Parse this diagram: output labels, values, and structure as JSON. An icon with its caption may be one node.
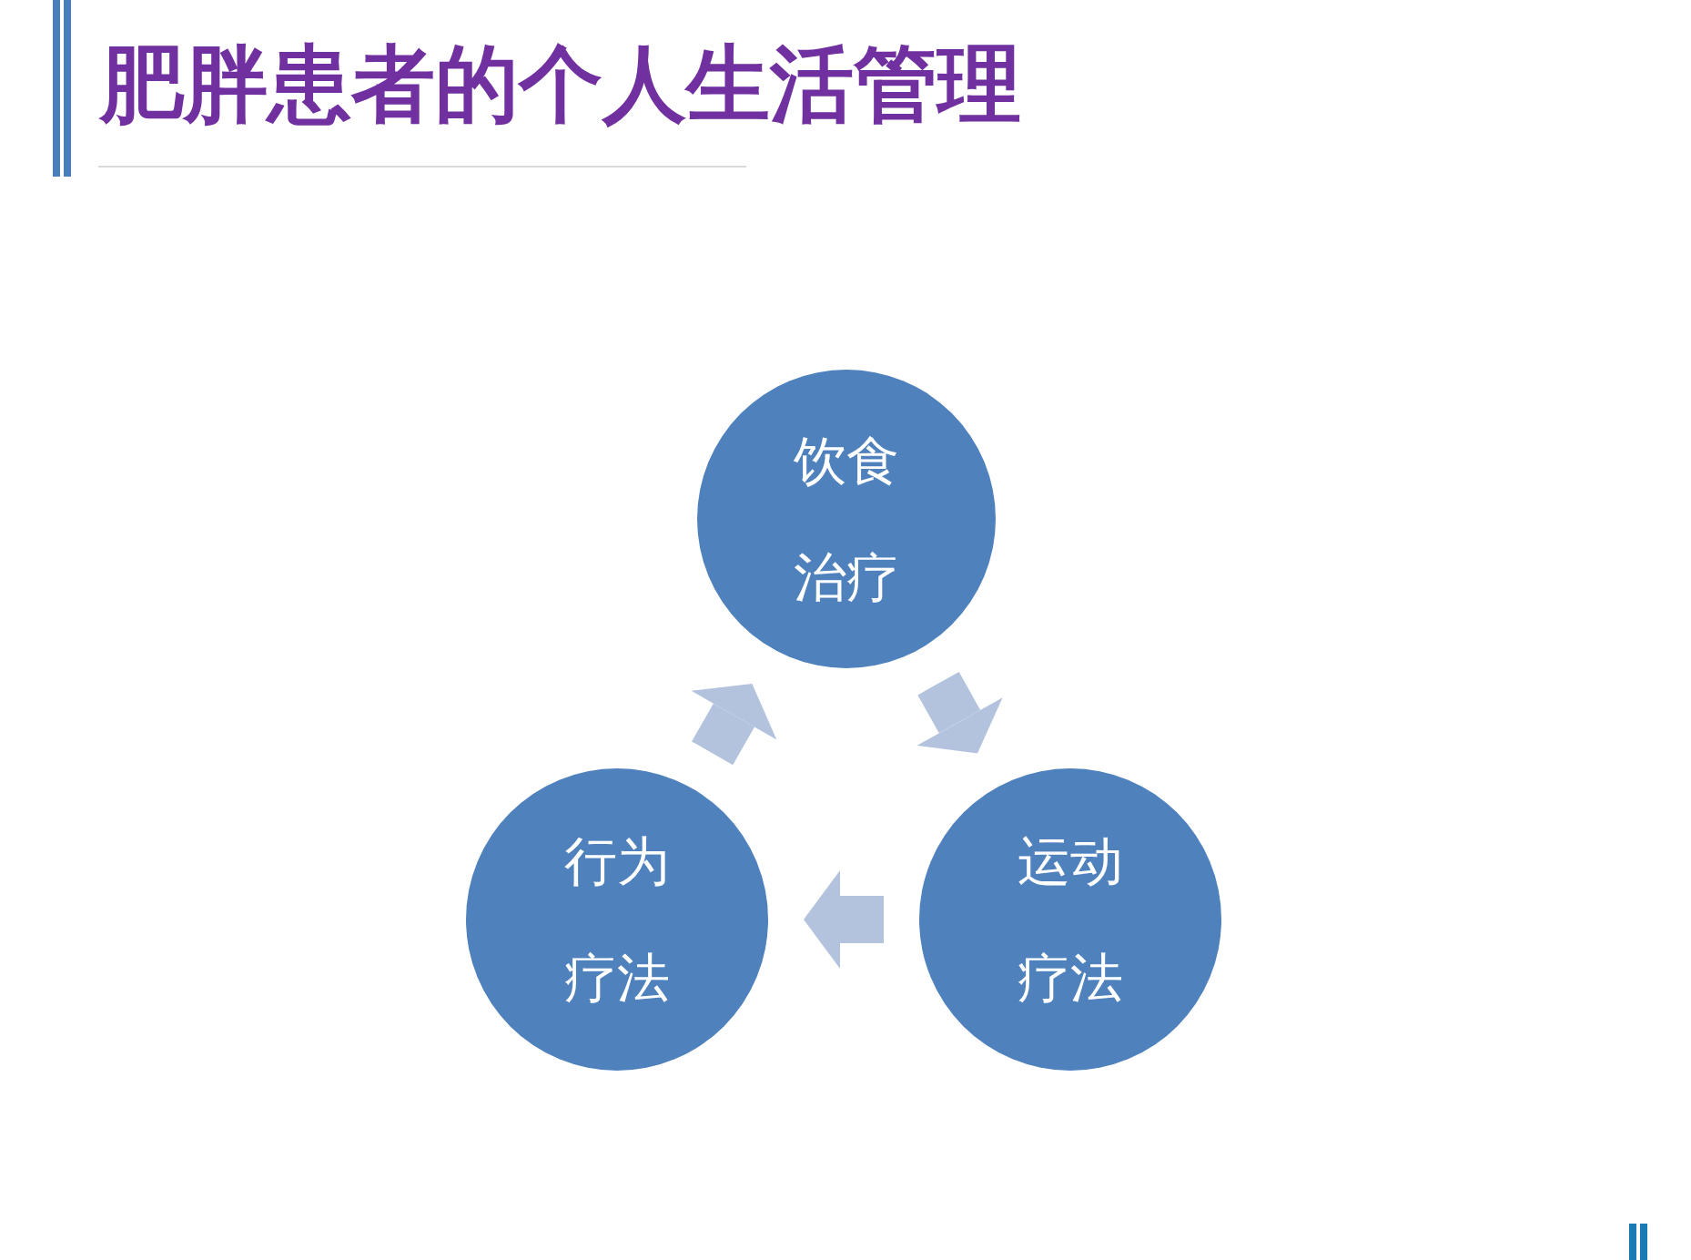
{
  "diagram": {
    "title": "肥胖患者的个人生活管理",
    "nodes": [
      {
        "text": [
          "饮食治疗"
        ]
      },
      {
        "text": [
          "行为疗法"
        ]
      },
      {
        "text": [
          "运动疗法"
        ]
      }
    ],
    "edges": [
      {
        "from": 0,
        "to": 2,
        "arrow": "to"
      },
      {
        "from": 2,
        "to": 1,
        "arrow": "to"
      },
      {
        "from": 1,
        "to": 0,
        "arrow": "to"
      }
    ]
  }
}
